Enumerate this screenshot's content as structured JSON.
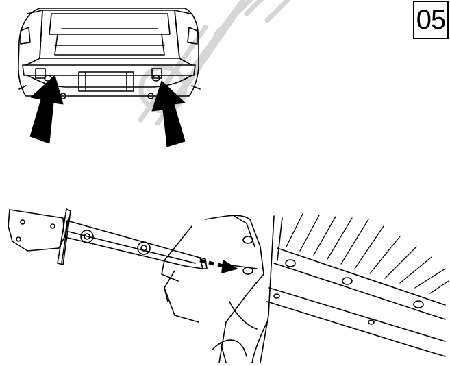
{
  "step_number": "05",
  "figures": {
    "top": {
      "subject": "car-rear-view",
      "arrow_count": 2
    },
    "bottom": {
      "subject": "bracket-insertion"
    }
  },
  "colors": {
    "ink": "#000000",
    "paper": "#ffffff",
    "watermark": "#d9d9d9"
  }
}
